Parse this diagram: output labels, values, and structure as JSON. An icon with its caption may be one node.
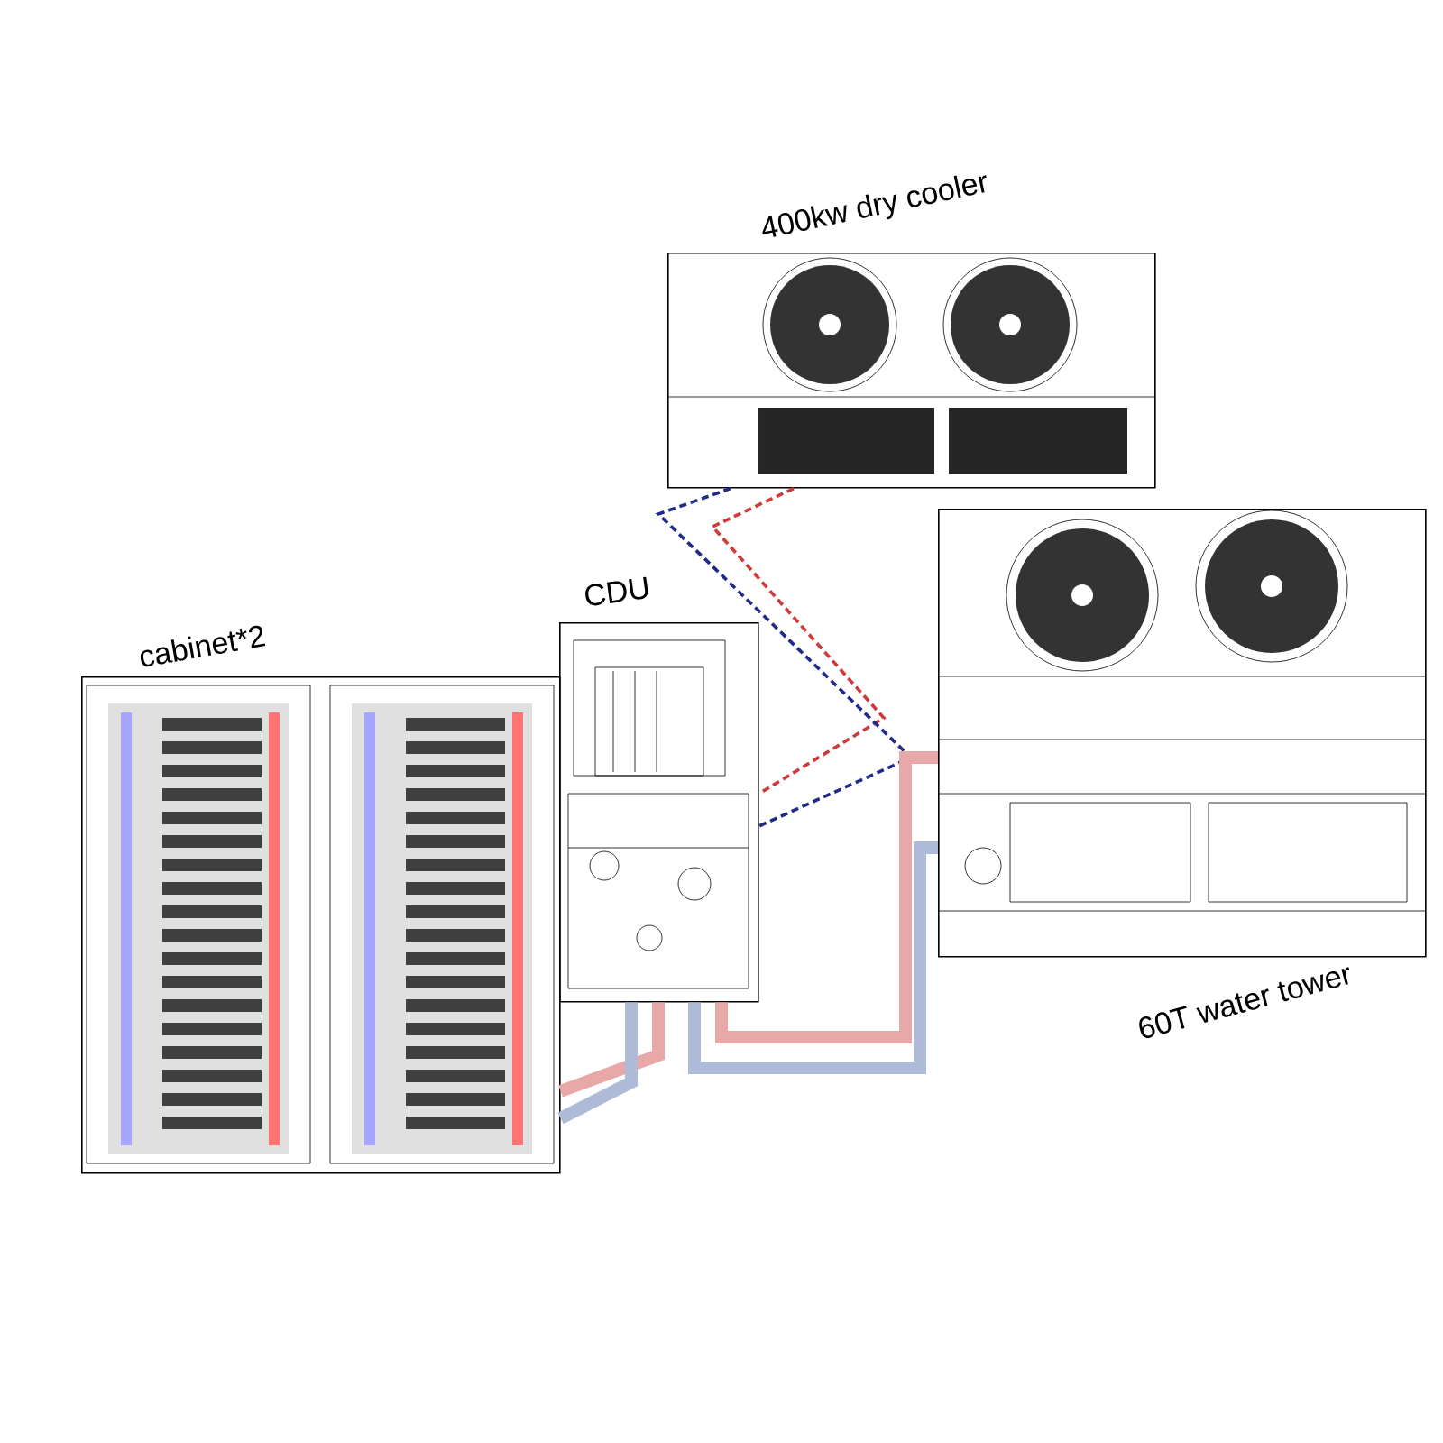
{
  "diagram": {
    "nodes": [
      {
        "text": [
          "400kw dry cooler"
        ]
      },
      {
        "text": [
          "CDU"
        ]
      },
      {
        "text": [
          "cabinet*2"
        ]
      },
      {
        "text": [
          "60T water tower"
        ]
      }
    ],
    "edges": [
      {
        "from": 0,
        "to": 1,
        "arrow": "none",
        "style": "dashed",
        "color": "#d03a3a"
      },
      {
        "from": 0,
        "to": 1,
        "arrow": "none",
        "style": "dashed",
        "color": "#1f2a8a"
      },
      {
        "from": 1,
        "to": 2,
        "arrow": "none",
        "color": "#e9a8a8"
      },
      {
        "from": 1,
        "to": 2,
        "arrow": "none",
        "color": "#aebbd8"
      },
      {
        "from": 1,
        "to": 3,
        "arrow": "none",
        "color": "#e9a8a8"
      },
      {
        "from": 1,
        "to": 3,
        "arrow": "none",
        "color": "#aebbd8"
      }
    ]
  }
}
